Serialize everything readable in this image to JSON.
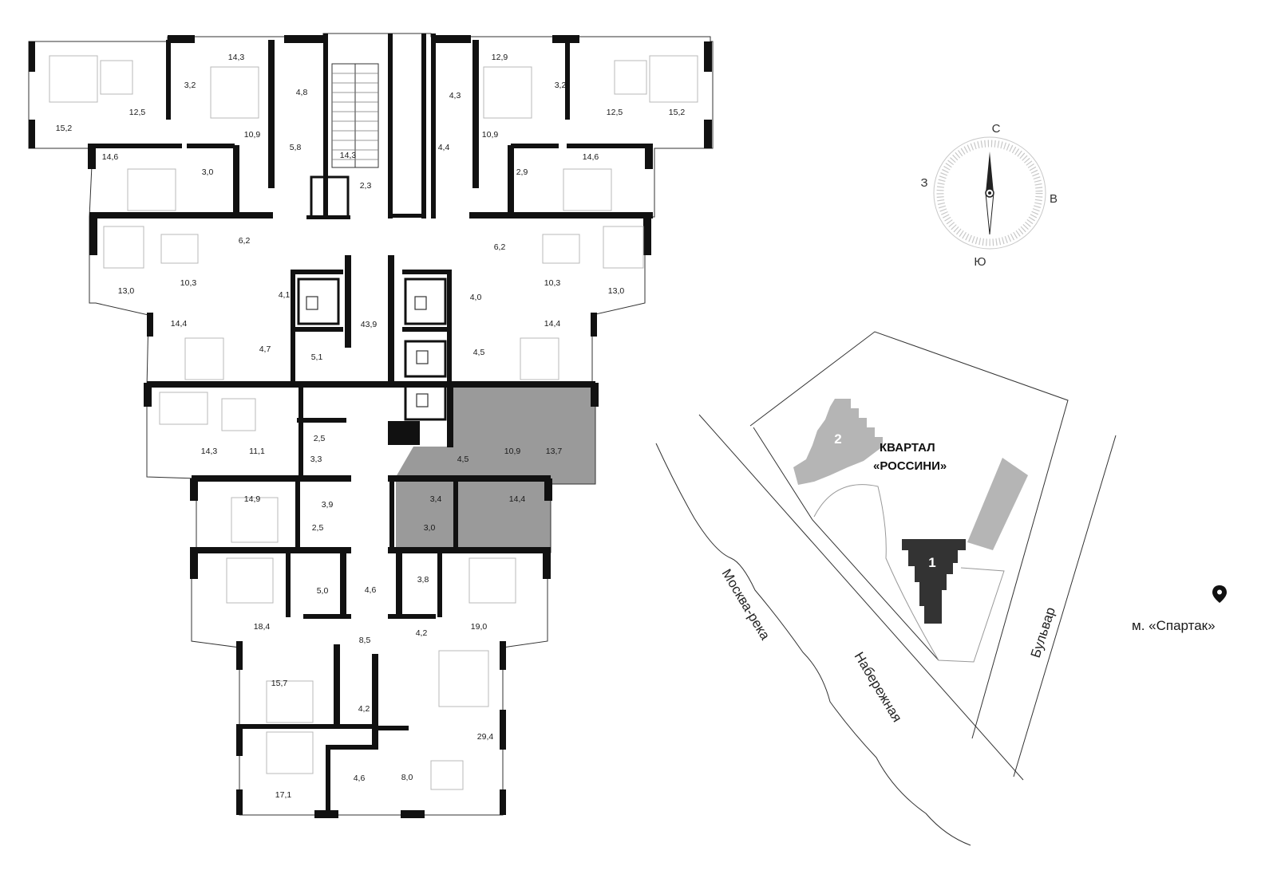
{
  "areas": [
    {
      "id": "a1",
      "v": "15,2"
    },
    {
      "id": "a2",
      "v": "12,5"
    },
    {
      "id": "a3",
      "v": "3,2"
    },
    {
      "id": "a4",
      "v": "14,3"
    },
    {
      "id": "a5",
      "v": "4,8"
    },
    {
      "id": "a6",
      "v": "10,9"
    },
    {
      "id": "a7",
      "v": "5,8"
    },
    {
      "id": "a8",
      "v": "14,3"
    },
    {
      "id": "a9",
      "v": "2,3"
    },
    {
      "id": "a10",
      "v": "14,6"
    },
    {
      "id": "a11",
      "v": "3,0"
    },
    {
      "id": "a12",
      "v": "6,2"
    },
    {
      "id": "a13",
      "v": "13,0"
    },
    {
      "id": "a14",
      "v": "10,3"
    },
    {
      "id": "a15",
      "v": "4,1"
    },
    {
      "id": "a16",
      "v": "14,4"
    },
    {
      "id": "a17",
      "v": "4,7"
    },
    {
      "id": "a18",
      "v": "5,1"
    },
    {
      "id": "a19",
      "v": "43,9"
    },
    {
      "id": "a20",
      "v": "14,3"
    },
    {
      "id": "a21",
      "v": "11,1"
    },
    {
      "id": "a22",
      "v": "2,5"
    },
    {
      "id": "a23",
      "v": "3,3"
    },
    {
      "id": "a24",
      "v": "14,9"
    },
    {
      "id": "a25",
      "v": "3,9"
    },
    {
      "id": "a26",
      "v": "2,5"
    },
    {
      "id": "a27",
      "v": "18,4"
    },
    {
      "id": "a28",
      "v": "5,0"
    },
    {
      "id": "a29",
      "v": "4,6"
    },
    {
      "id": "a30",
      "v": "8,5"
    },
    {
      "id": "a31",
      "v": "15,7"
    },
    {
      "id": "a32",
      "v": "4,2"
    },
    {
      "id": "a33",
      "v": "17,1"
    },
    {
      "id": "a34",
      "v": "4,6"
    },
    {
      "id": "a35",
      "v": "8,0"
    },
    {
      "id": "a36",
      "v": "29,4"
    },
    {
      "id": "a37",
      "v": "12,9"
    },
    {
      "id": "a38",
      "v": "4,3"
    },
    {
      "id": "a39",
      "v": "3,2"
    },
    {
      "id": "a40",
      "v": "12,5"
    },
    {
      "id": "a41",
      "v": "15,2"
    },
    {
      "id": "a42",
      "v": "10,9"
    },
    {
      "id": "a43",
      "v": "4,4"
    },
    {
      "id": "a44",
      "v": "2,9"
    },
    {
      "id": "a45",
      "v": "14,6"
    },
    {
      "id": "a46",
      "v": "6,2"
    },
    {
      "id": "a47",
      "v": "10,3"
    },
    {
      "id": "a48",
      "v": "13,0"
    },
    {
      "id": "a49",
      "v": "4,0"
    },
    {
      "id": "a50",
      "v": "14,4"
    },
    {
      "id": "a51",
      "v": "4,5"
    },
    {
      "id": "a52",
      "v": "10,9"
    },
    {
      "id": "a53",
      "v": "13,7"
    },
    {
      "id": "a54",
      "v": "4,5"
    },
    {
      "id": "a55",
      "v": "3,4"
    },
    {
      "id": "a56",
      "v": "14,4"
    },
    {
      "id": "a57",
      "v": "3,0"
    },
    {
      "id": "a58",
      "v": "3,8"
    },
    {
      "id": "a59",
      "v": "19,0"
    },
    {
      "id": "a60",
      "v": "4,2"
    }
  ],
  "compass": {
    "north": "С",
    "south": "Ю",
    "west": "З",
    "east": "В"
  },
  "site": {
    "title_line1": "КВАРТАЛ",
    "title_line2": "«РОССИНИ»",
    "building1": "1",
    "building2": "2",
    "river": "Москва-река",
    "embankment": "Набережная",
    "boulevard": "Бульвар",
    "metro": "м. «Спартак»"
  },
  "colors": {
    "selected_unit": "#9a9a9a",
    "wall": "#111111",
    "neighbour_building": "#b5b5b5",
    "current_building": "#333333"
  }
}
